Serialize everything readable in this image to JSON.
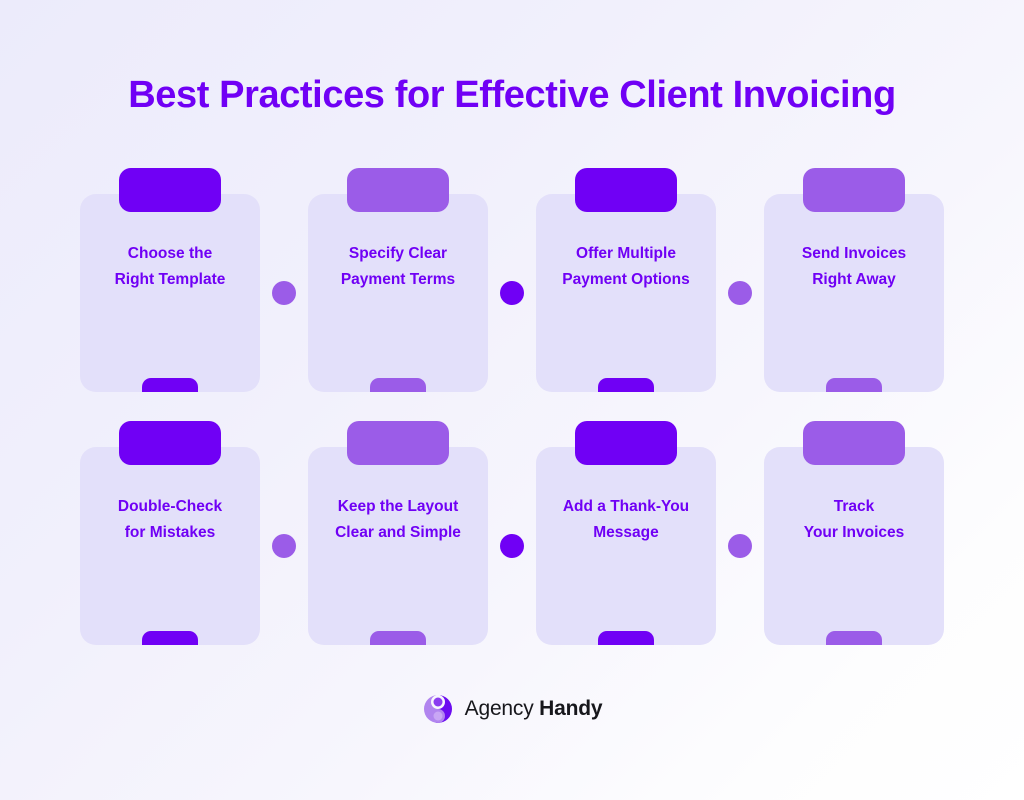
{
  "page": {
    "title": "Best Practices for Effective Client Invoicing",
    "background_from": "#ecebfb",
    "background_to": "#ffffff"
  },
  "colors": {
    "accent_dark": "#7000f5",
    "accent_light": "#9b5ce8",
    "card_background": "#e3e0fa",
    "title_color": "#7000f5",
    "label_color": "#7000f5",
    "logo_text_color": "#17171c"
  },
  "cards": [
    {
      "label": "Choose the\nRight Template",
      "tab_color": "#7000f5",
      "tab_tone": "dark"
    },
    {
      "label": "Specify Clear\nPayment Terms",
      "tab_color": "#9b5ce8",
      "tab_tone": "light"
    },
    {
      "label": "Offer Multiple\nPayment Options",
      "tab_color": "#7000f5",
      "tab_tone": "dark"
    },
    {
      "label": "Send Invoices\nRight Away",
      "tab_color": "#9b5ce8",
      "tab_tone": "light"
    },
    {
      "label": "Double-Check\nfor Mistakes",
      "tab_color": "#7000f5",
      "tab_tone": "dark"
    },
    {
      "label": "Keep the Layout\nClear and Simple",
      "tab_color": "#9b5ce8",
      "tab_tone": "light"
    },
    {
      "label": "Add a Thank-You\nMessage",
      "tab_color": "#7000f5",
      "tab_tone": "dark"
    },
    {
      "label": "Track\nYour Invoices",
      "tab_color": "#9b5ce8",
      "tab_tone": "light"
    }
  ],
  "connectors": [
    {
      "color": "#9b5ce8",
      "tone": "light"
    },
    {
      "color": "#7000f5",
      "tone": "dark"
    },
    {
      "color": "#9b5ce8",
      "tone": "light"
    },
    {
      "color": "#9b5ce8",
      "tone": "light"
    },
    {
      "color": "#7000f5",
      "tone": "dark"
    },
    {
      "color": "#9b5ce8",
      "tone": "light"
    }
  ],
  "footer": {
    "brand_light": "Agency",
    "brand_bold": "Handy",
    "logo_icon": "agency-handy-logo-icon"
  }
}
